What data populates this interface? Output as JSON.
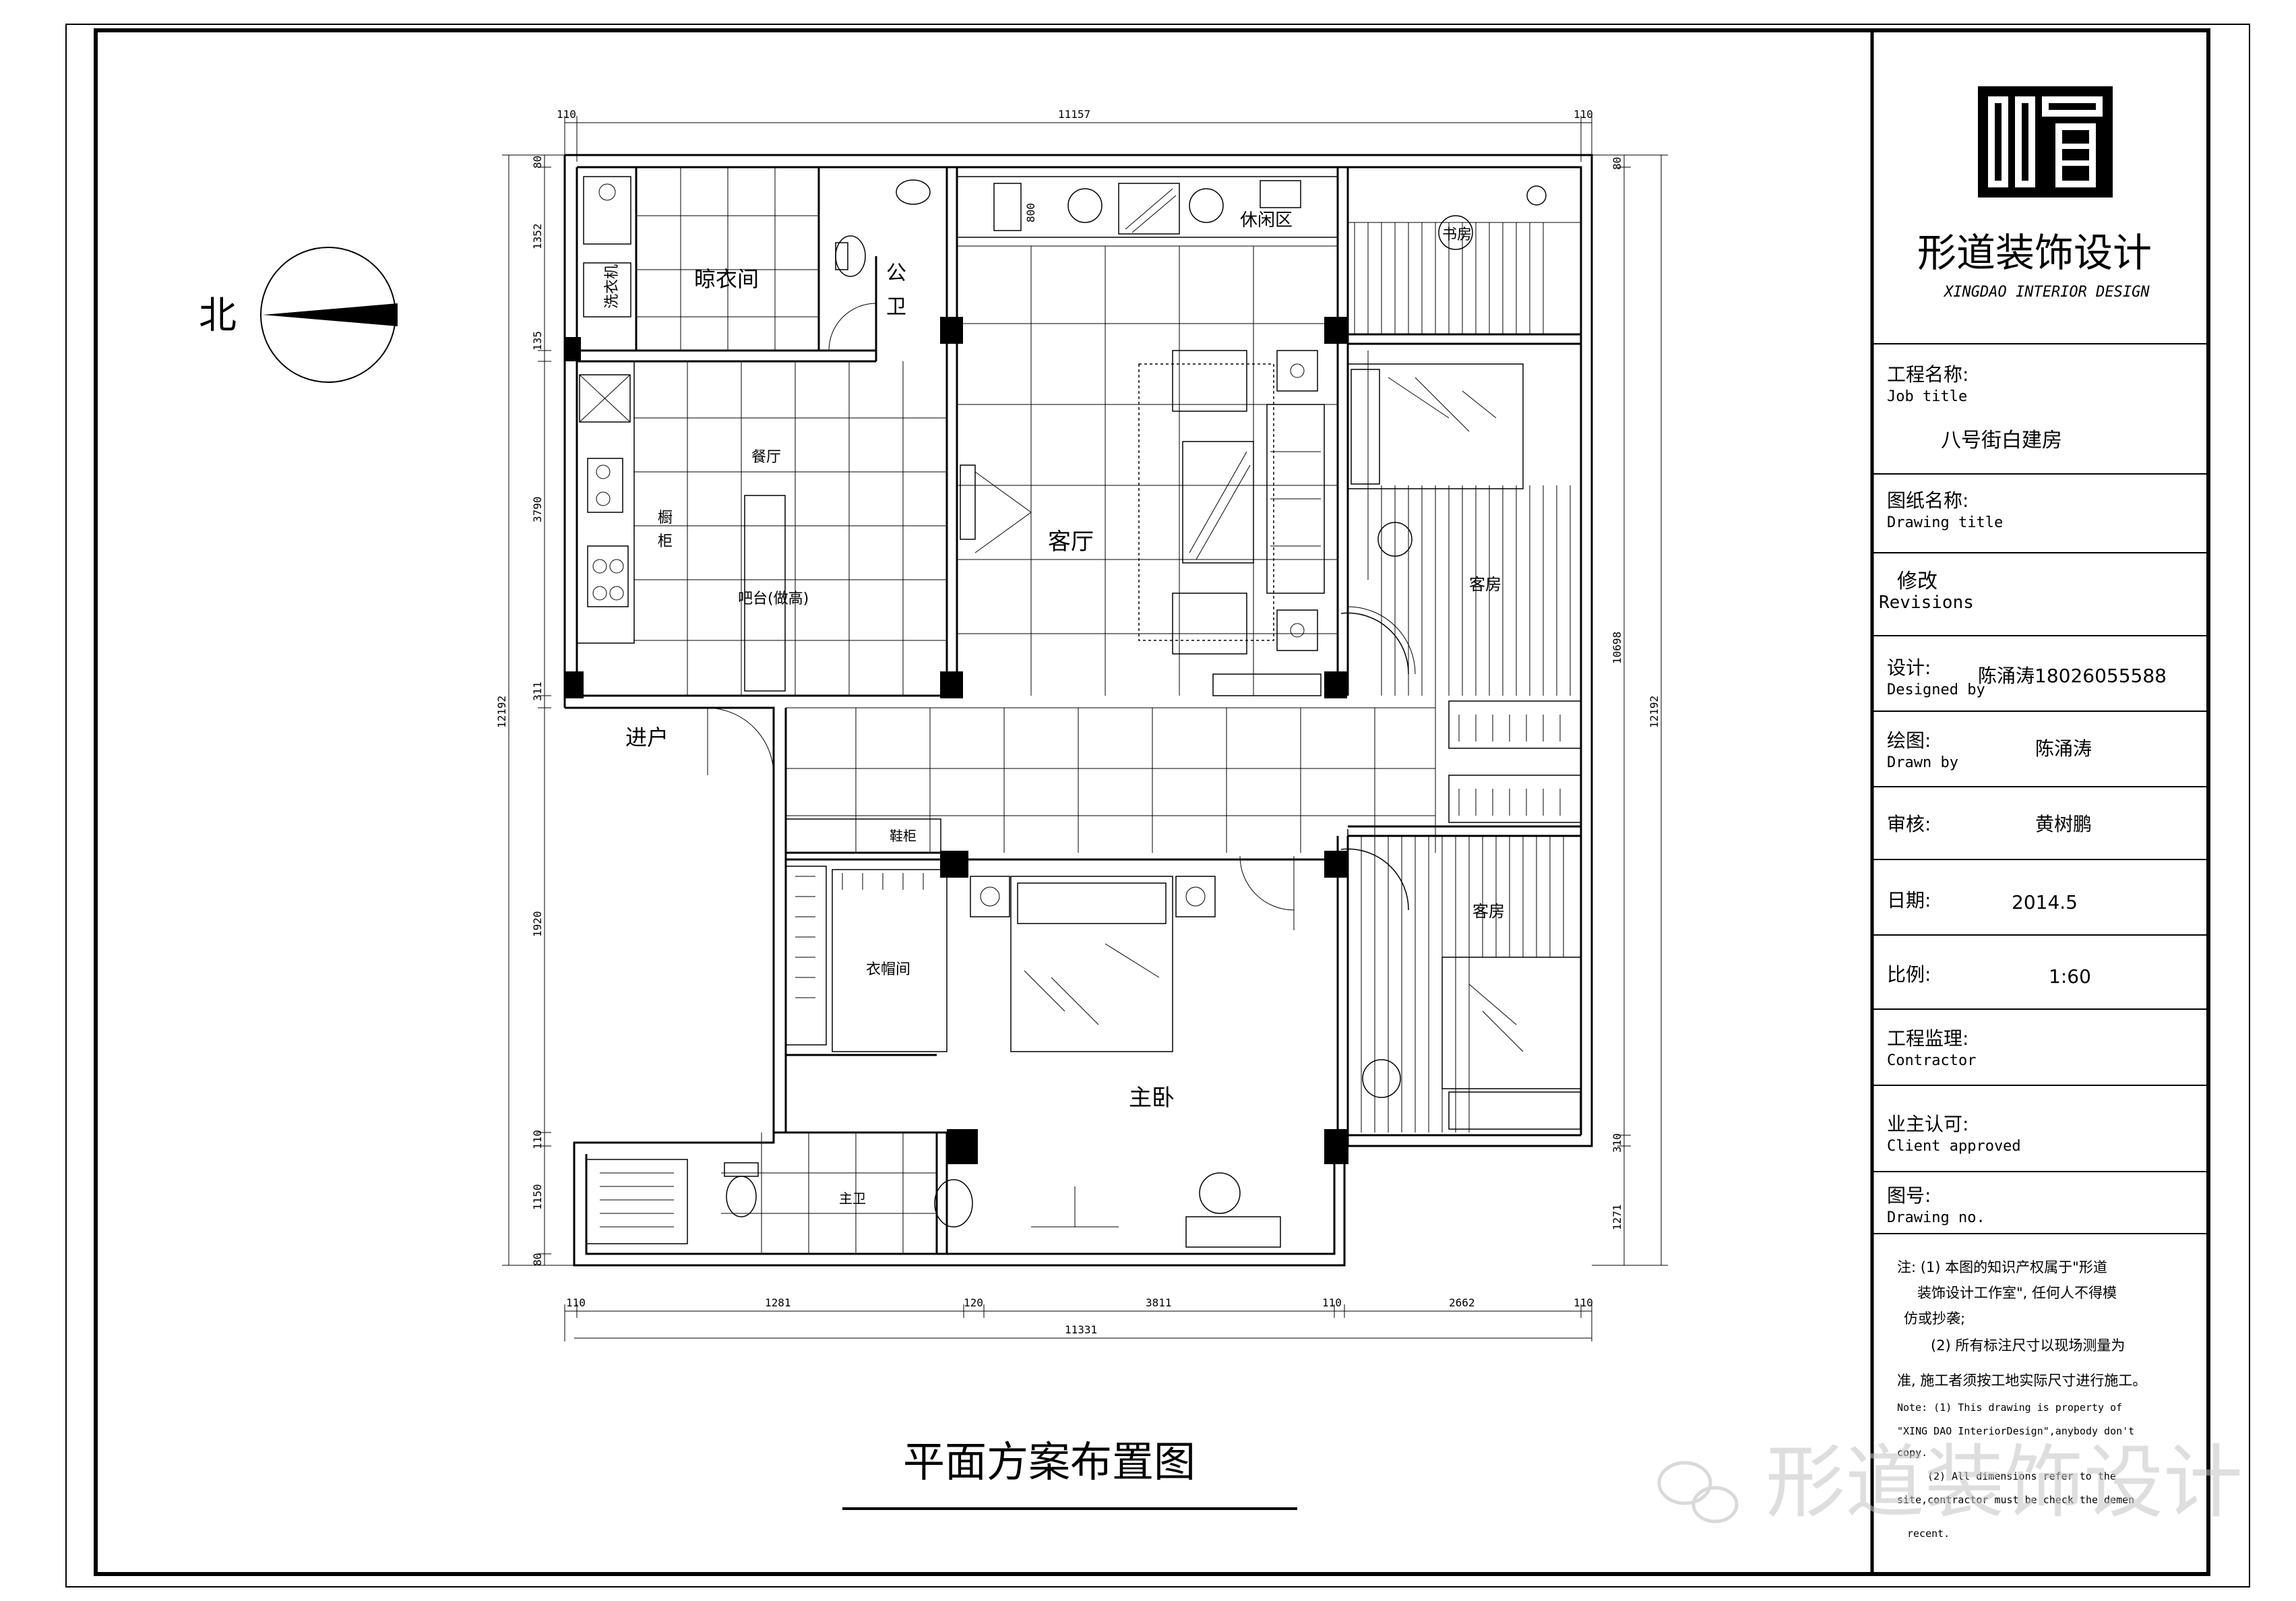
{
  "drawing": {
    "title": "平面方案布置图",
    "north": "北"
  },
  "rooms": {
    "laundry": "晾衣间",
    "washer": "洗衣机",
    "public_wc_1": "公",
    "public_wc_2": "卫",
    "leisure": "休闲区",
    "study": "书房",
    "dining": "餐厅",
    "cabinet_1": "橱",
    "cabinet_2": "柜",
    "bar": "吧台(做高)",
    "living": "客厅",
    "guest1": "客房",
    "entrance": "进户",
    "shoe": "鞋柜",
    "closet": "衣帽间",
    "master": "主卧",
    "guest2": "客房",
    "master_wc": "主卫"
  },
  "dims": {
    "top_total": "11157",
    "top_l": "110",
    "top_r": "110",
    "bottom_total": "11331",
    "bottom_1": "110",
    "bottom_2": "1281",
    "bottom_3": "120",
    "bottom_4": "3811",
    "bottom_5": "110",
    "bottom_6": "2662",
    "bottom_7": "110",
    "left_total": "12192",
    "left_1": "80",
    "left_2": "1352",
    "left_3": "135",
    "left_4": "3790",
    "left_5": "311",
    "left_6": "1920",
    "left_7": "110",
    "left_8": "1150",
    "left_9": "80",
    "right_total": "12192",
    "right_inner": "10698",
    "right_1": "80",
    "right_2": "310",
    "right_3": "1271",
    "cab_800": "800"
  },
  "title_block": {
    "company_cn": "形道装饰设计",
    "company_en": "XINGDAO INTERIOR DESIGN",
    "job_label": "工程名称:",
    "job_label_en": "Job title",
    "job_value": "八号街白建房",
    "drawing_label": "图纸名称:",
    "drawing_label_en": "Drawing title",
    "rev_label": "修改",
    "rev_label_en": "Revisions",
    "designer_label": "设计:",
    "designer_label_en": "Designed by",
    "designer_value": "陈涌涛18026055588",
    "drawn_label": "绘图:",
    "drawn_label_en": "Drawn by",
    "drawn_value": "陈涌涛",
    "check_label": "审核:",
    "check_value": "黄树鹏",
    "date_label": "日期:",
    "date_value": "2014.5",
    "scale_label": "比例:",
    "scale_value": "1:60",
    "contractor_label": "工程监理:",
    "contractor_label_en": "Contractor",
    "client_label": "业主认可:",
    "client_label_en": "Client approved",
    "drawno_label": "图号:",
    "drawno_label_en": "Drawing no.",
    "note_1": "注: (1) 本图的知识产权属于\"形道",
    "note_2": "装饰设计工作室\", 任何人不得模",
    "note_3": "仿或抄袭;",
    "note_4": "(2) 所有标注尺寸以现场测量为",
    "note_5": "准, 施工者须按工地实际尺寸进行施工。",
    "note_6": "Note: (1) This drawing is property of",
    "note_7": "\"XING DAO InteriorDesign\",anybody don't",
    "note_8": "copy.",
    "note_9": "(2) All dimensions refer to the",
    "note_10": "site,contractor must be check the demen",
    "note_11": "recent."
  },
  "watermark": "形道装饰设计"
}
